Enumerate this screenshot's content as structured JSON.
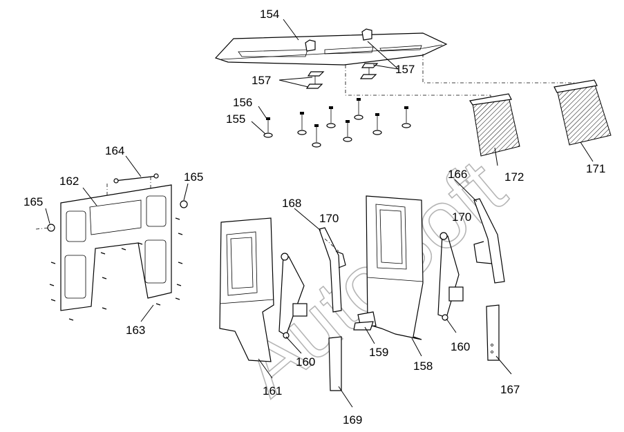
{
  "diagram": {
    "watermark": "AutoSoft",
    "callouts": [
      {
        "id": "c154",
        "text": "154"
      },
      {
        "id": "c157a",
        "text": "157"
      },
      {
        "id": "c157b",
        "text": "157"
      },
      {
        "id": "c156",
        "text": "156"
      },
      {
        "id": "c155",
        "text": "155"
      },
      {
        "id": "c164",
        "text": "164"
      },
      {
        "id": "c162",
        "text": "162"
      },
      {
        "id": "c165a",
        "text": "165"
      },
      {
        "id": "c165b",
        "text": "165"
      },
      {
        "id": "c163",
        "text": "163"
      },
      {
        "id": "c168",
        "text": "168"
      },
      {
        "id": "c170a",
        "text": "170"
      },
      {
        "id": "c170b",
        "text": "170"
      },
      {
        "id": "c166",
        "text": "166"
      },
      {
        "id": "c172",
        "text": "172"
      },
      {
        "id": "c171",
        "text": "171"
      },
      {
        "id": "c160a",
        "text": "160"
      },
      {
        "id": "c160b",
        "text": "160"
      },
      {
        "id": "c161",
        "text": "161"
      },
      {
        "id": "c169",
        "text": "169"
      },
      {
        "id": "c159",
        "text": "159"
      },
      {
        "id": "c158",
        "text": "158"
      },
      {
        "id": "c167",
        "text": "167"
      }
    ]
  }
}
